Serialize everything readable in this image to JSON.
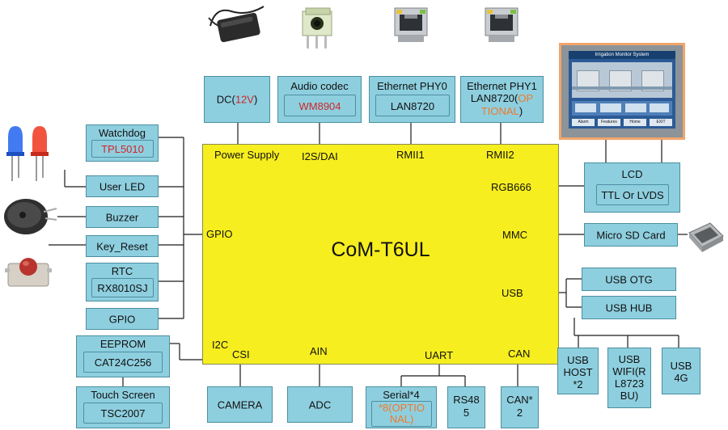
{
  "core": {
    "title": "CoM-T6UL",
    "ports": {
      "power_supply": "Power Supply",
      "i2s_dai": "I2S/DAI",
      "rmii1": "RMII1",
      "rmii2": "RMII2",
      "rgb666": "RGB666",
      "gpio": "GPIO",
      "mmc": "MMC",
      "usb": "USB",
      "i2c": "I2C",
      "csi": "CSI",
      "ain": "AIN",
      "uart": "UART",
      "can": "CAN"
    }
  },
  "top": {
    "dc": {
      "prefix": "DC(",
      "voltage": "12V",
      "suffix": ")"
    },
    "audio": {
      "title": "Audio codec",
      "chip": "WM8904"
    },
    "eth0": {
      "title": "Ethernet PHY0",
      "chip": "LAN8720"
    },
    "eth1": {
      "title": "Ethernet PHY1",
      "chip": "LAN8720(",
      "optional_a": "OP",
      "optional_b": "TIONAL",
      "close": ")"
    }
  },
  "left": {
    "watchdog": {
      "title": "Watchdog",
      "chip": "TPL5010"
    },
    "user_led": "User LED",
    "buzzer": "Buzzer",
    "key_reset": "Key_Reset",
    "rtc": {
      "title": "RTC",
      "chip": "RX8010SJ"
    },
    "gpio": "GPIO",
    "eeprom": {
      "title": "EEPROM",
      "chip": "CAT24C256"
    },
    "touch": {
      "title": "Touch Screen",
      "chip": "TSC2007"
    }
  },
  "right": {
    "lcd": {
      "title": "LCD",
      "detail": "TTL Or LVDS"
    },
    "sd": "Micro SD Card",
    "usb_otg": "USB OTG",
    "usb_hub": "USB HUB",
    "usb_host": [
      "USB",
      "HOST",
      "*2"
    ],
    "usb_wifi": [
      "USB",
      "WIFI(R",
      "L8723",
      "BU)"
    ],
    "usb_4g": [
      "USB",
      "4G"
    ]
  },
  "bottom": {
    "camera": "CAMERA",
    "adc": "ADC",
    "serial": {
      "title": "Serial*4",
      "optional_a": "*8(OPTIO",
      "optional_b": "NAL)"
    },
    "rs485": [
      "RS48",
      "5"
    ],
    "can": [
      "CAN*",
      "2"
    ]
  },
  "screen": {
    "header": "Irrigation Monitor System",
    "buttons": [
      "Alarm",
      "Features",
      "Home",
      "EXIT"
    ]
  },
  "colors": {
    "block_fill": "#8ecfdf",
    "block_border": "#4b8fa0",
    "core_fill": "#f6ee1e",
    "highlight_red": "#d0262a",
    "highlight_orange": "#ee7a2c"
  },
  "icons": [
    "dc-adapter-icon",
    "audio-jack-icon",
    "rj45-jack-icon",
    "lcd-panel-icon",
    "led-pair-icon",
    "buzzer-icon",
    "push-button-icon",
    "sd-slot-icon"
  ]
}
